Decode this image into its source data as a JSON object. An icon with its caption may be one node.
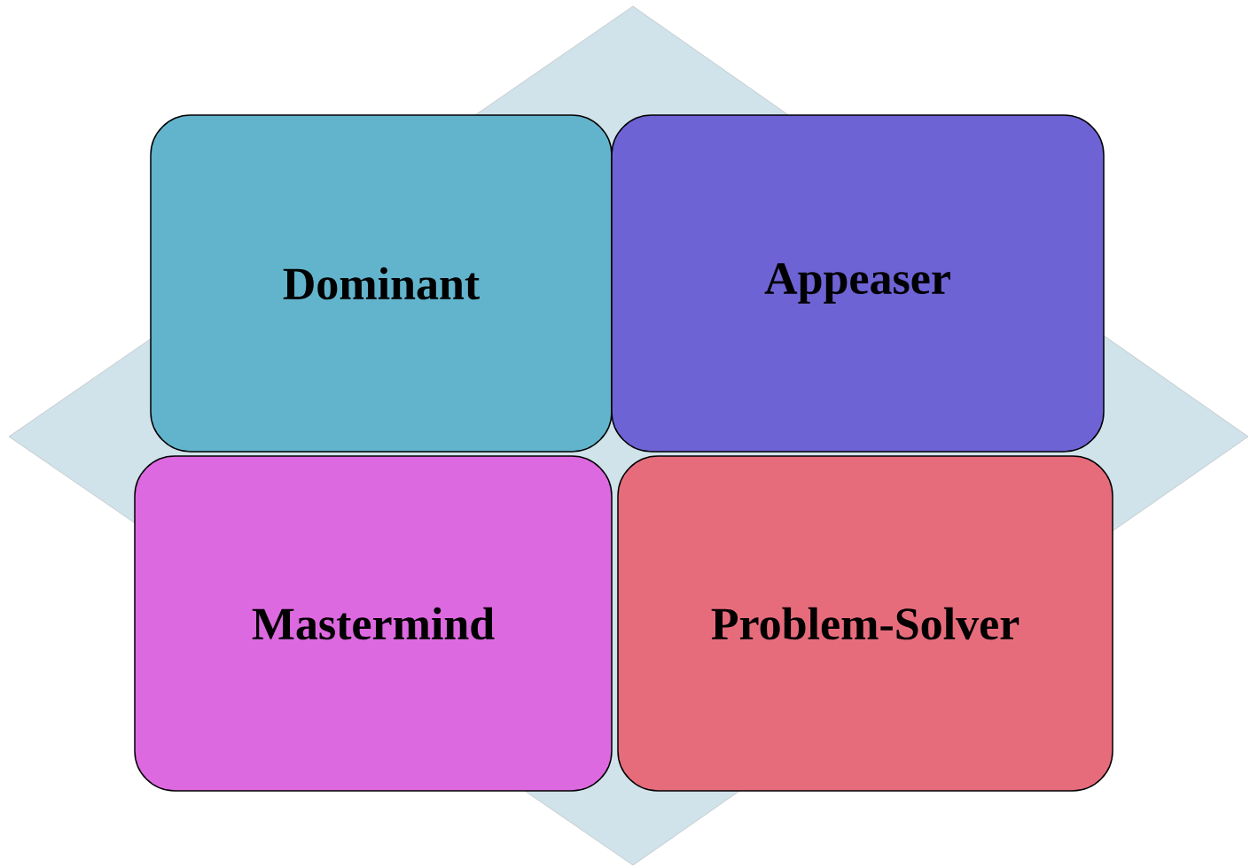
{
  "diagram": {
    "nodes": [
      {
        "text": [
          "Dominant"
        ]
      },
      {
        "text": [
          "Appeaser"
        ]
      },
      {
        "text": [
          "Mastermind"
        ]
      },
      {
        "text": [
          "Problem-Solver"
        ]
      }
    ]
  }
}
